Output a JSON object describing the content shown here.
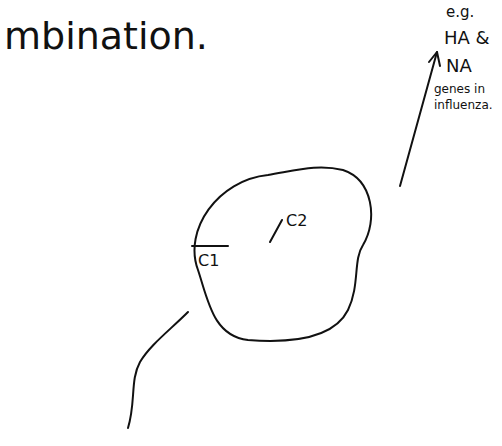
{
  "diagram": {
    "nodes": [
      {
        "text": [
          "C1",
          "C2"
        ]
      }
    ],
    "labels": [
      "mbination.",
      "e.g.",
      "HA &",
      "NA",
      "genes in influenza."
    ]
  }
}
